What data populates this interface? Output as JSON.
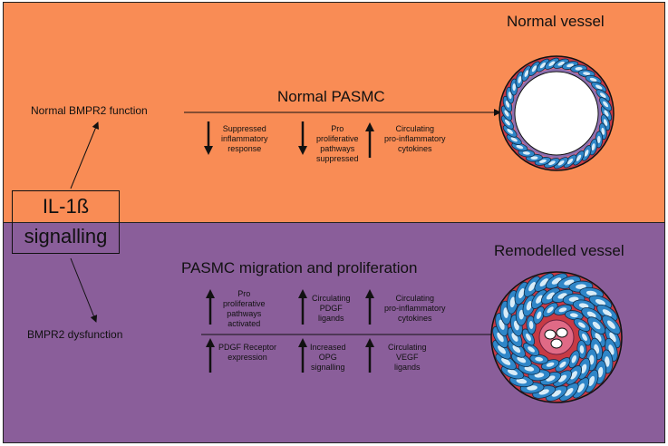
{
  "colors": {
    "top_panel": "#F98C55",
    "bottom_panel": "#8A5E9A",
    "vessel_blue": "#2F86C8",
    "vessel_pink": "#E06A86",
    "vessel_red": "#C73A45"
  },
  "top": {
    "title": "Normal vessel",
    "pathway_label": "Normal BMPR2 function",
    "arrow_label": "Normal PASMC",
    "effects": [
      {
        "direction": "down",
        "text": [
          "Suppressed",
          "inflammatory",
          "response"
        ]
      },
      {
        "direction": "down",
        "text": [
          "Pro",
          "proliferative",
          "pathways",
          "suppressed"
        ]
      },
      {
        "direction": "up",
        "text": [
          "Circulating",
          "pro-inflammatory",
          "cytokines"
        ]
      }
    ]
  },
  "center": {
    "line1": "IL-1ß",
    "line2": "signalling"
  },
  "bottom": {
    "title": "Remodelled vessel",
    "pathway_label": "BMPR2 dysfunction",
    "arrow_label": "PASMC migration and proliferation",
    "effects_upper": [
      {
        "direction": "up",
        "text": [
          "Pro",
          "proliferative",
          "pathways",
          "activated"
        ]
      },
      {
        "direction": "up",
        "text": [
          "Circulating",
          "PDGF",
          "ligands"
        ]
      },
      {
        "direction": "up",
        "text": [
          "Circulating",
          "pro-inflammatory",
          "cytokines"
        ]
      }
    ],
    "effects_lower": [
      {
        "direction": "up",
        "text": [
          "PDGF Receptor",
          "expression"
        ]
      },
      {
        "direction": "up",
        "text": [
          "Increased",
          "OPG",
          "signalling"
        ]
      },
      {
        "direction": "up",
        "text": [
          "Circulating",
          "VEGF",
          "ligands"
        ]
      }
    ]
  }
}
